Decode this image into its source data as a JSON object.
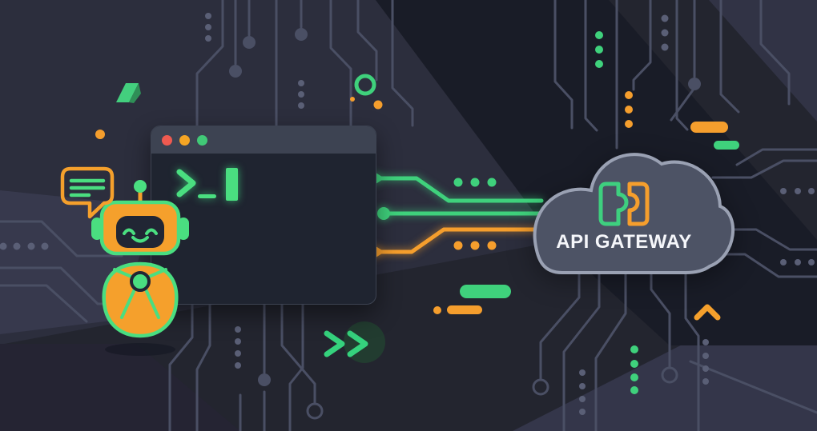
{
  "illustration": {
    "theme": "robot-terminal-api-gateway-hero",
    "background_color": "#23252f"
  },
  "cloud": {
    "label": "API GATEWAY",
    "fill_color": "#4d5365",
    "outline_color": "#9aa1b3",
    "icon": "gateway-brackets-icon",
    "icon_colors": [
      "#3ecf7f",
      "#f59e2d"
    ]
  },
  "terminal": {
    "controls": [
      {
        "name": "close",
        "color": "#ef5a50"
      },
      {
        "name": "minimize",
        "color": "#f5a524"
      },
      {
        "name": "maximize",
        "color": "#41c977"
      }
    ],
    "prompt": {
      "symbol": ">",
      "underscore": "_",
      "cursor": "block",
      "color": "#4ade80"
    }
  },
  "robot": {
    "body_color": "#f5a02c",
    "accent_color": "#4ade80",
    "visor_color": "#212634"
  },
  "chat_bubble": {
    "outline_color": "#f5a02c",
    "line_color": "#4ade80",
    "line_count": 3
  },
  "connections": {
    "green_lines": 2,
    "orange_lines": 1,
    "terminal_connectors": [
      "triangle",
      "circle",
      "triangle"
    ]
  },
  "palette": {
    "green": "#3fd17c",
    "orange": "#f59e2d",
    "circuit": "#4a4f64"
  }
}
